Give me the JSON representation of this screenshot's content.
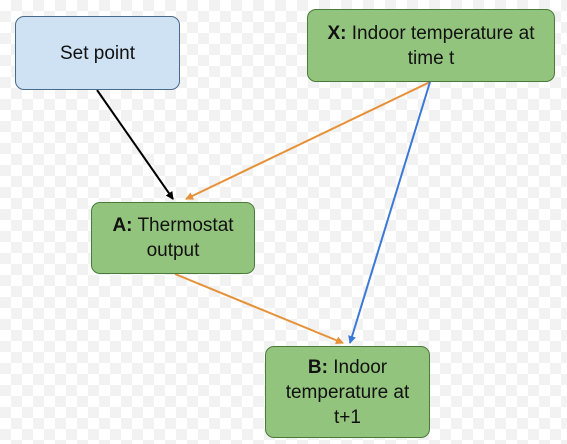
{
  "diagram": {
    "nodes": [
      {
        "id": "setpoint",
        "prefix": "",
        "label": "Set point",
        "fill": "#cfe2f3"
      },
      {
        "id": "x",
        "prefix": "X:",
        "label": " Indoor temperature at time t",
        "fill": "#93c47d"
      },
      {
        "id": "a",
        "prefix": "A:",
        "label": " Thermostat output",
        "fill": "#93c47d"
      },
      {
        "id": "b",
        "prefix": "B:",
        "label": " Indoor temperature at t+1",
        "fill": "#93c47d"
      }
    ],
    "edges": [
      {
        "from": "setpoint",
        "to": "a",
        "color": "#000000"
      },
      {
        "from": "x",
        "to": "a",
        "color": "#e69138"
      },
      {
        "from": "x",
        "to": "b",
        "color": "#3c78d8"
      },
      {
        "from": "a",
        "to": "b",
        "color": "#e69138"
      }
    ]
  }
}
